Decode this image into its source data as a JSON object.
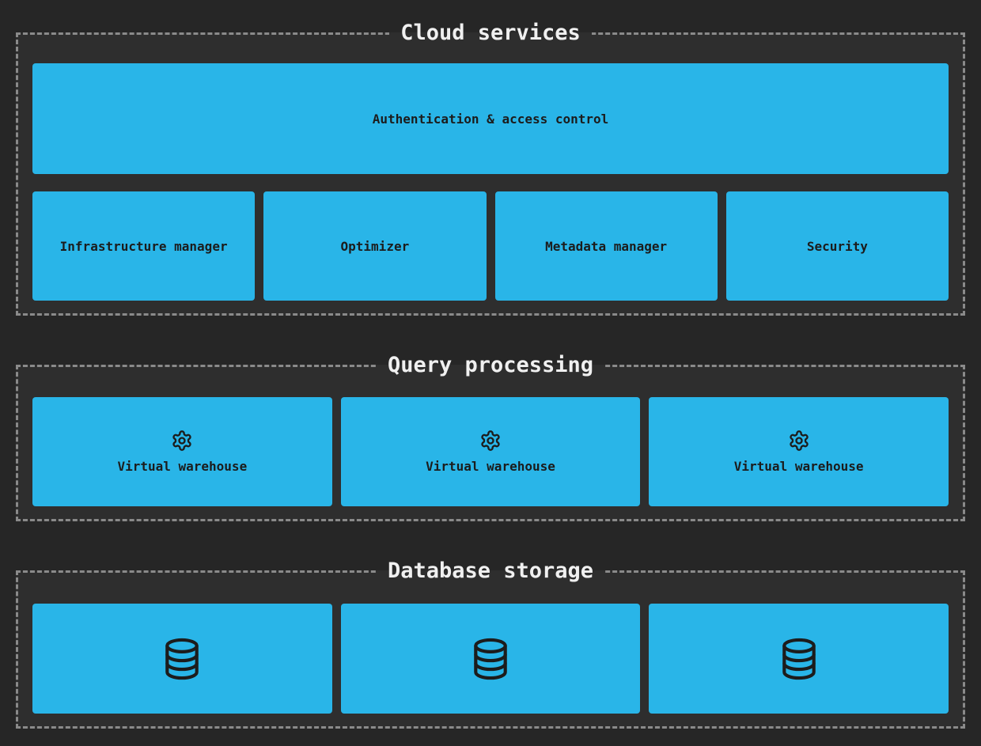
{
  "diagram": {
    "sections": [
      {
        "title": "Cloud services",
        "wide_box": {
          "label": "Authentication & access control"
        },
        "boxes": [
          {
            "label": "Infrastructure manager"
          },
          {
            "label": "Optimizer"
          },
          {
            "label": "Metadata manager"
          },
          {
            "label": "Security"
          }
        ]
      },
      {
        "title": "Query processing",
        "boxes": [
          {
            "icon": "gear-icon",
            "label": "Virtual warehouse"
          },
          {
            "icon": "gear-icon",
            "label": "Virtual warehouse"
          },
          {
            "icon": "gear-icon",
            "label": "Virtual warehouse"
          }
        ]
      },
      {
        "title": "Database storage",
        "boxes": [
          {
            "icon": "database-icon"
          },
          {
            "icon": "database-icon"
          },
          {
            "icon": "database-icon"
          }
        ]
      }
    ],
    "colors": {
      "page_background": "#262626",
      "section_background": "#2e2e2e",
      "section_border": "#8a8a8a",
      "section_title_text": "#f0f0f0",
      "box_fill": "#29b5e8",
      "box_text": "#1c1c1c",
      "icon_stroke": "#1c1c1c"
    }
  }
}
